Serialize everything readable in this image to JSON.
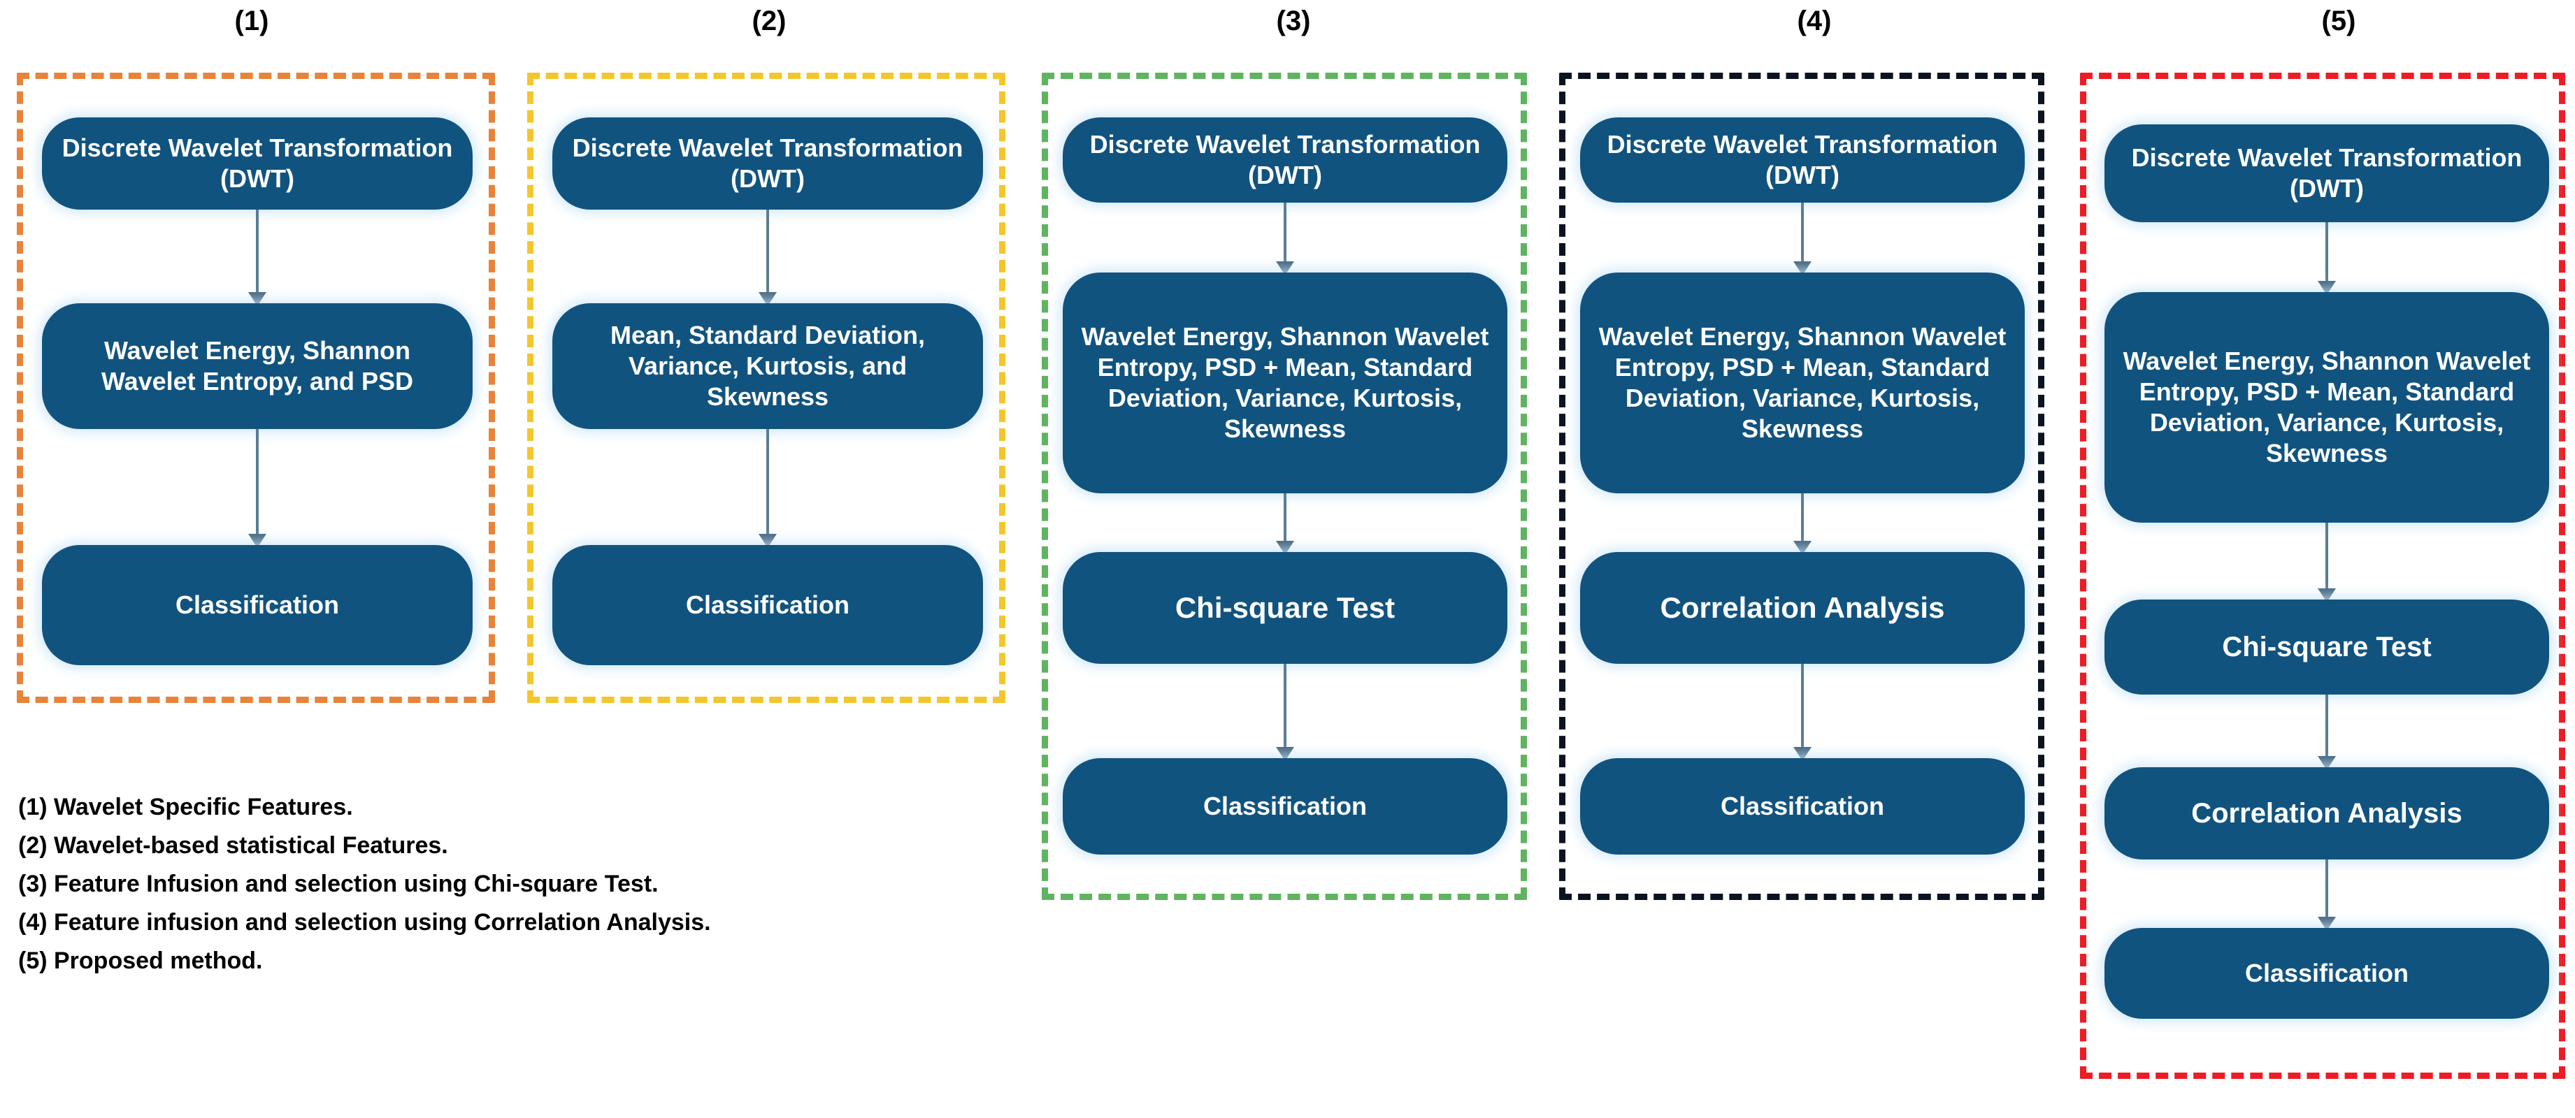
{
  "figure": {
    "background_color": "#FFFFFF",
    "node_fill_color": "#11537F",
    "node_text_color": "#FFFFFF",
    "connector_color": "#5B7C95"
  },
  "columns": [
    {
      "label": "(1)",
      "frame_color": "#E8833A",
      "nodes": [
        {
          "text": "Discrete Wavelet Transformation (DWT)"
        },
        {
          "text": "Wavelet Energy, Shannon Wavelet Entropy, and PSD"
        },
        {
          "text": "Classification"
        }
      ]
    },
    {
      "label": "(2)",
      "frame_color": "#F4C62D",
      "nodes": [
        {
          "text": "Discrete Wavelet Transformation (DWT)"
        },
        {
          "text": "Mean, Standard Deviation, Variance, Kurtosis, and Skewness"
        },
        {
          "text": "Classification"
        }
      ]
    },
    {
      "label": "(3)",
      "frame_color": "#5FB45F",
      "nodes": [
        {
          "text": "Discrete Wavelet Transformation (DWT)"
        },
        {
          "text": "Wavelet Energy, Shannon Wavelet Entropy, PSD + Mean, Standard Deviation, Variance, Kurtosis, Skewness"
        },
        {
          "text": "Chi-square Test"
        },
        {
          "text": "Classification"
        }
      ]
    },
    {
      "label": "(4)",
      "frame_color": "#0B1320",
      "nodes": [
        {
          "text": "Discrete Wavelet Transformation (DWT)"
        },
        {
          "text": "Wavelet Energy, Shannon Wavelet Entropy, PSD + Mean, Standard Deviation, Variance, Kurtosis, Skewness"
        },
        {
          "text": "Correlation Analysis"
        },
        {
          "text": "Classification"
        }
      ]
    },
    {
      "label": "(5)",
      "frame_color": "#EE1C25",
      "nodes": [
        {
          "text": "Discrete Wavelet Transformation (DWT)"
        },
        {
          "text": "Wavelet Energy, Shannon Wavelet Entropy, PSD + Mean, Standard Deviation, Variance, Kurtosis, Skewness"
        },
        {
          "text": "Chi-square Test"
        },
        {
          "text": "Correlation Analysis"
        },
        {
          "text": "Classification"
        }
      ]
    }
  ],
  "legend": {
    "lines": [
      "(1) Wavelet Specific Features.",
      "(2) Wavelet-based statistical Features.",
      "(3) Feature Infusion and selection using Chi-square Test.",
      "(4) Feature infusion and selection using Correlation Analysis.",
      "(5) Proposed method."
    ]
  }
}
